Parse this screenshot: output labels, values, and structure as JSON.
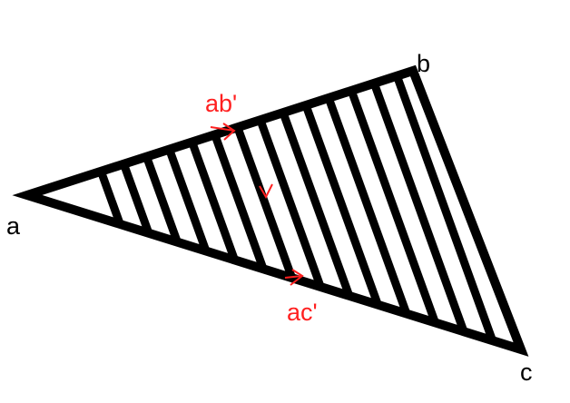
{
  "vertices": {
    "a": "a",
    "b": "b",
    "c": "c"
  },
  "edge_labels": {
    "ab": "ab'",
    "ac": "ac'"
  },
  "colors": {
    "stroke": "#000000",
    "label": "#000000",
    "annotation": "#ff2020",
    "background": "#ffffff"
  }
}
